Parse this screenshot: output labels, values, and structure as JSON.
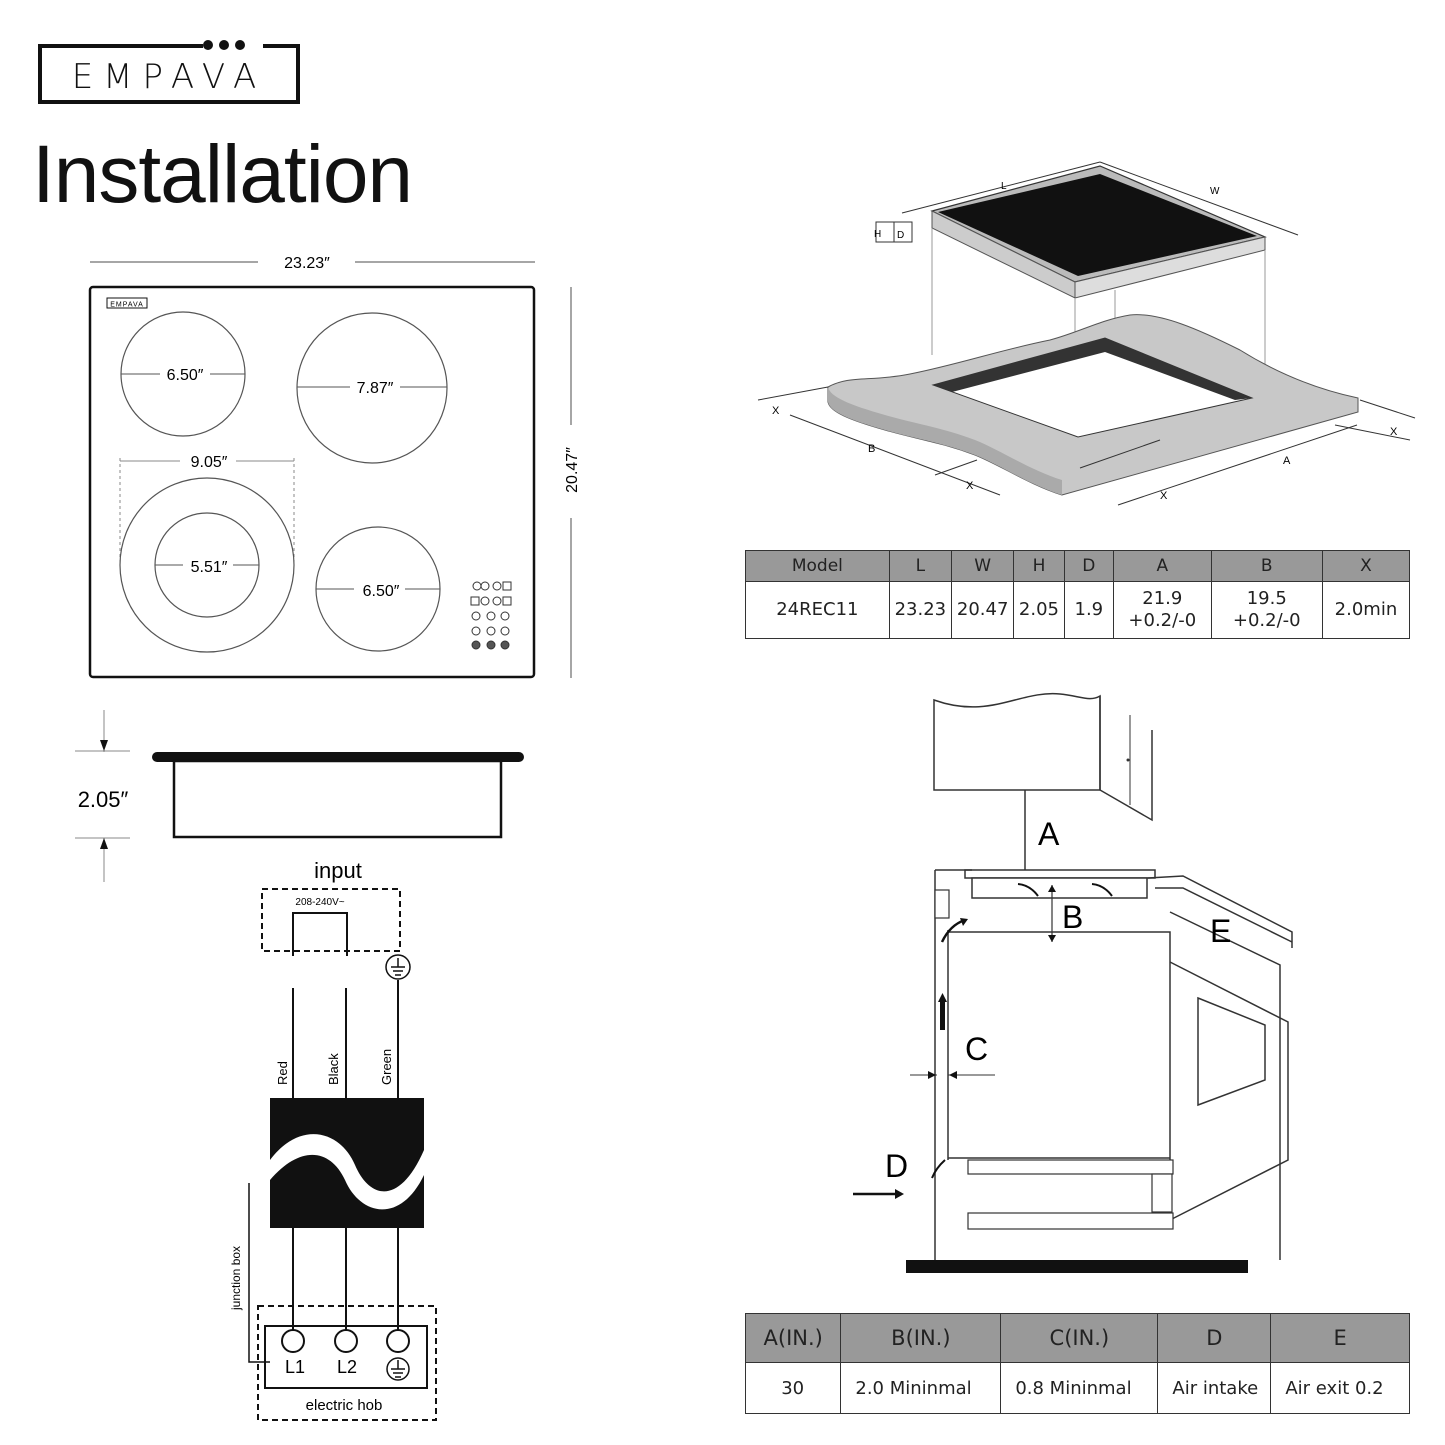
{
  "brand": {
    "name": "EMPAVA"
  },
  "title": "Installation",
  "cooktop": {
    "width_label": "23.23″",
    "depth_label": "20.47″",
    "burners": [
      "6.50″",
      "7.87″",
      "5.51″",
      "6.50″"
    ],
    "dual_outer_label": "9.05″",
    "logo_small": "EMPAVA",
    "height_label": "2.05″"
  },
  "wiring": {
    "input_label": "input",
    "voltage": "208-240V~",
    "wires": [
      "Red",
      "Black",
      "Green"
    ],
    "junction_box_label": "junction box",
    "terminals": [
      "L1",
      "L2"
    ],
    "hob_label": "electric hob"
  },
  "cutout": {
    "labels": {
      "L": "L",
      "W": "W",
      "H": "H",
      "D": "D",
      "A": "A",
      "B": "B",
      "X": "X"
    }
  },
  "dimension_table": {
    "headers": [
      "Model",
      "L",
      "W",
      "H",
      "D",
      "A",
      "B",
      "X"
    ],
    "row": [
      "24REC11",
      "23.23",
      "20.47",
      "2.05",
      "1.9",
      "21.9\n+0.2/-0",
      "19.5\n+0.2/-0",
      "2.0min"
    ]
  },
  "clearance_diagram": {
    "labels": {
      "A": "A",
      "B": "B",
      "C": "C",
      "D": "D",
      "E": "E"
    }
  },
  "clearance_table": {
    "headers": [
      "A(IN.)",
      "B(IN.)",
      "C(IN.)",
      "D",
      "E"
    ],
    "row": [
      "30",
      "2.0 Mininmal",
      "0.8 Mininmal",
      "Air intake",
      "Air exit 0.2"
    ]
  }
}
